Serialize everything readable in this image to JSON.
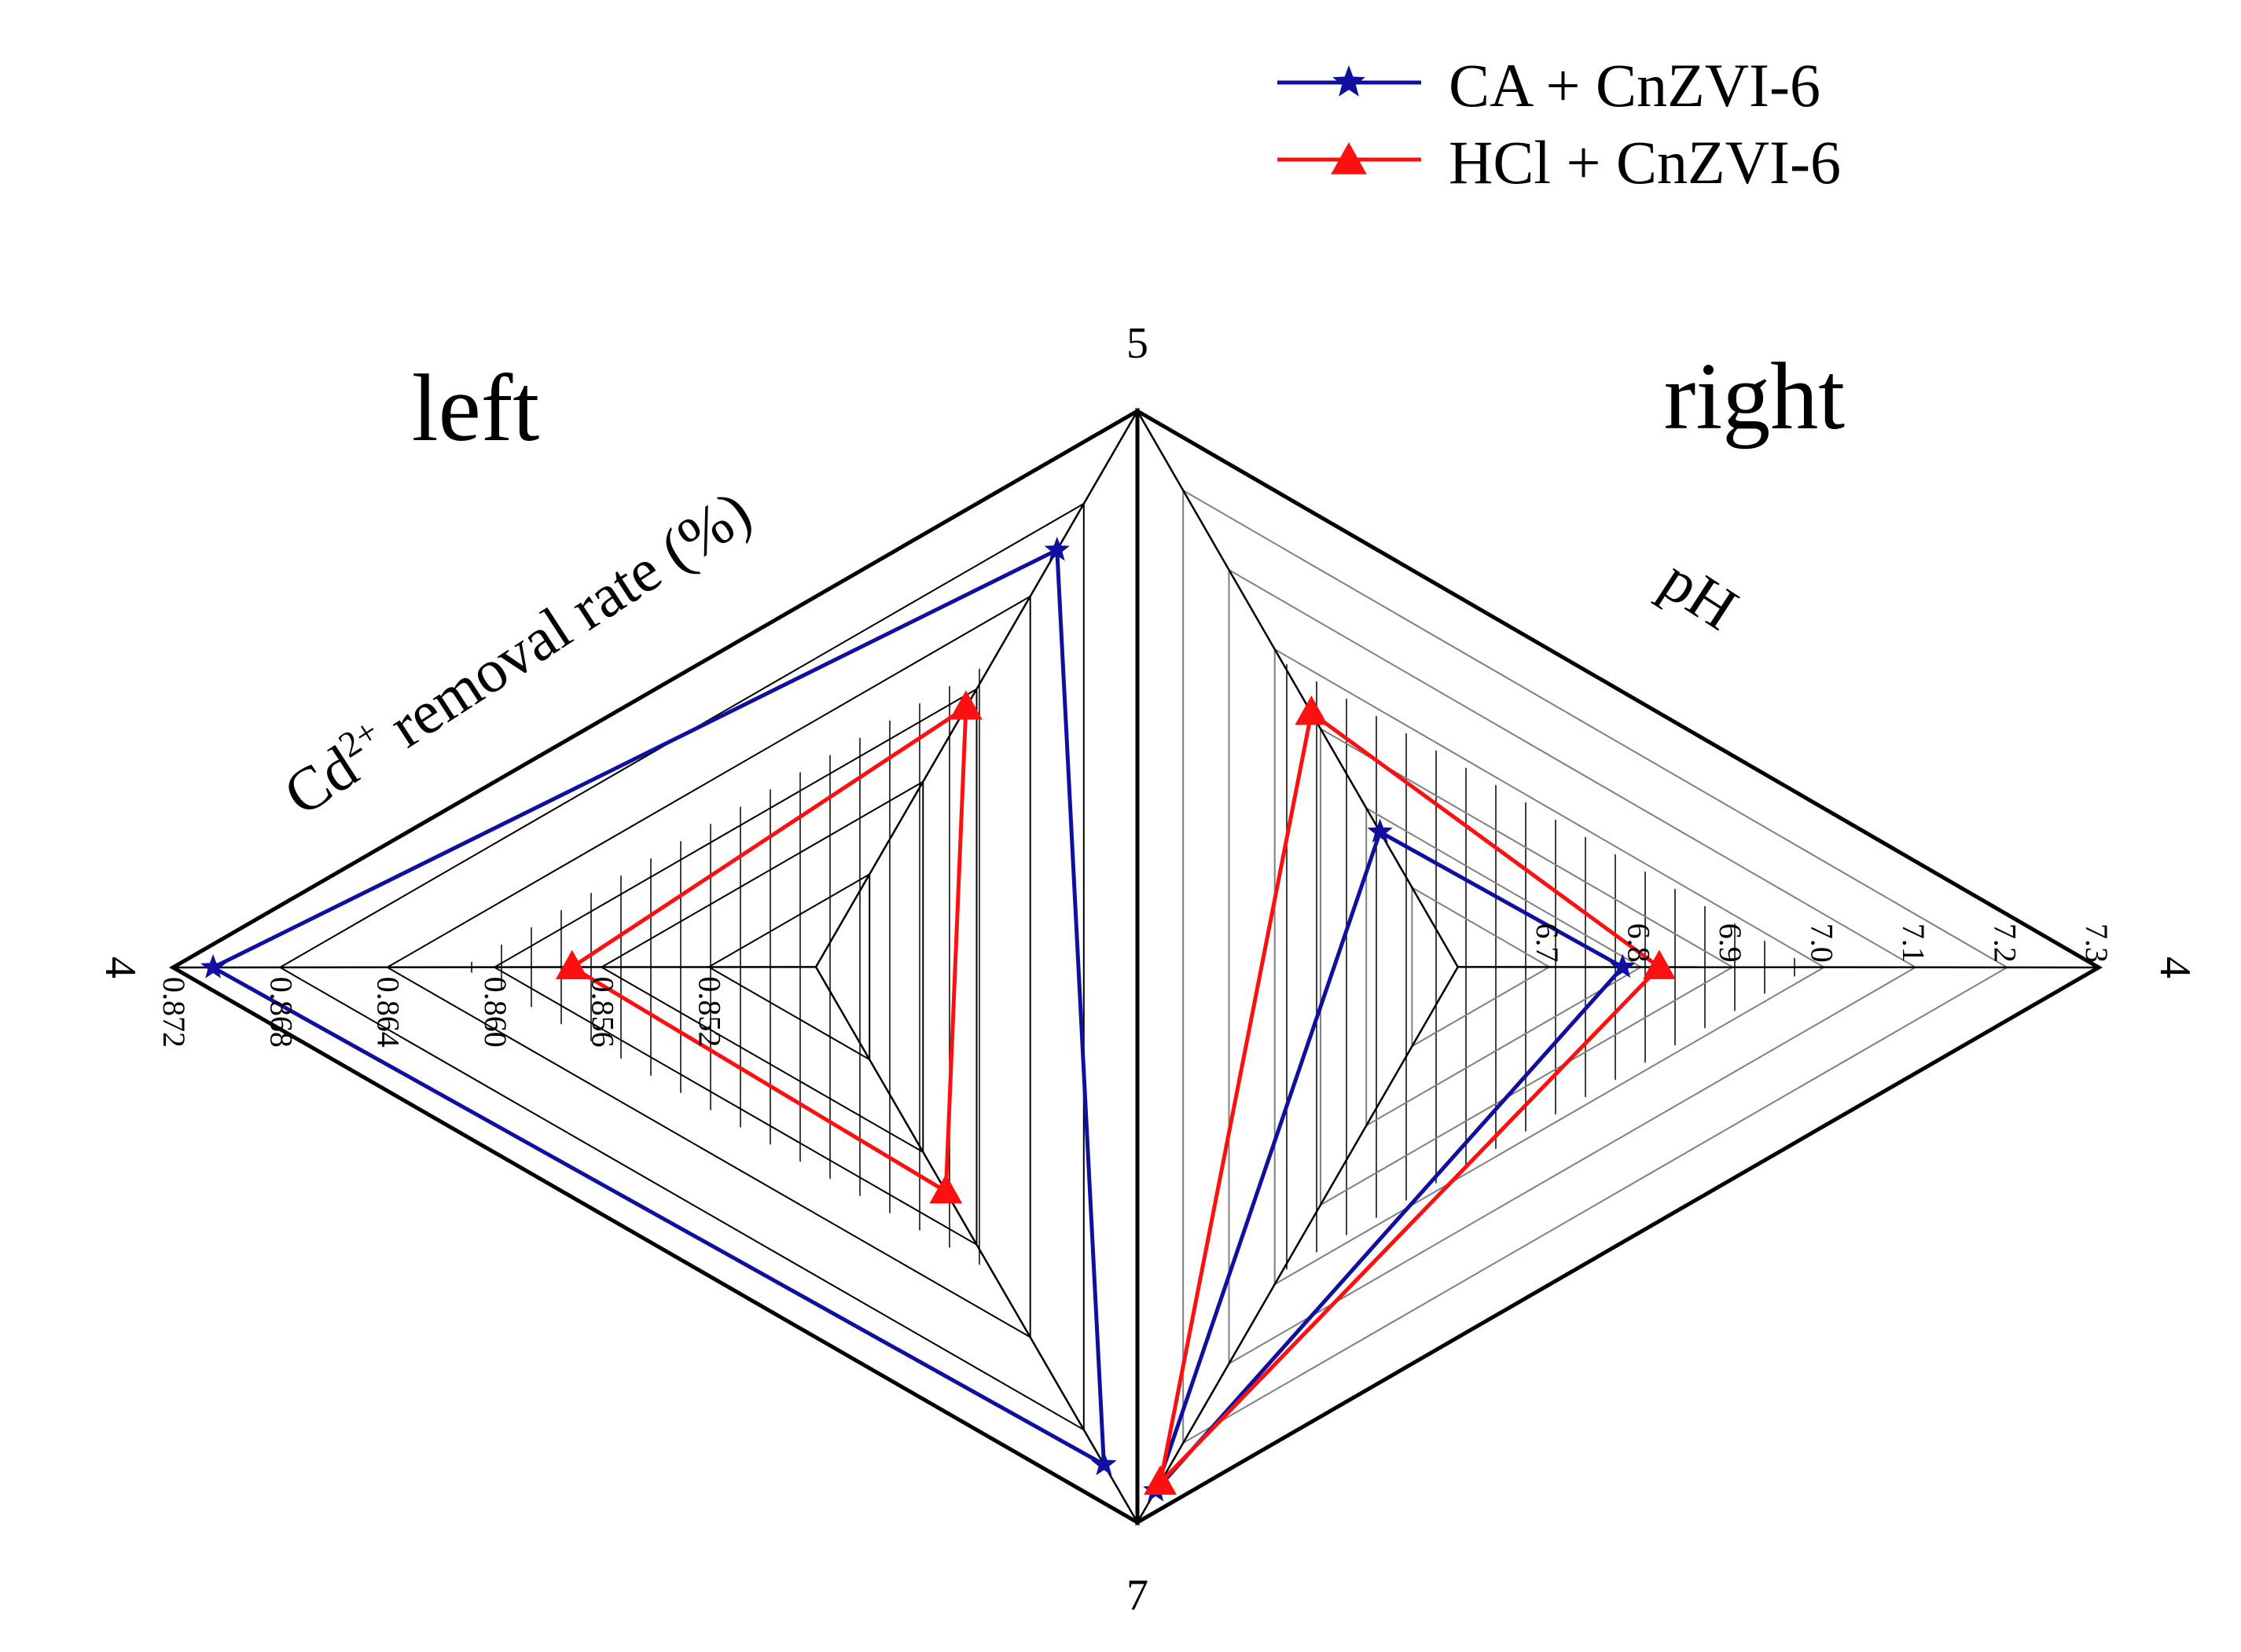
{
  "legend": {
    "ca_label": "CA + CnZVI-6",
    "hcl_label": "HCl + CnZVI-6"
  },
  "colors": {
    "ca": "#1010a0",
    "hcl": "#ff1010",
    "frame": "#000000",
    "grid": "#808080"
  },
  "labels": {
    "left_title": "left",
    "right_title": "right",
    "left_axis_title": "Cd",
    "left_axis_title_sup": "2+",
    "left_axis_title_rest": " removal rate (%)",
    "right_axis_title": "pH",
    "corner_top": "5",
    "corner_bottom": "7",
    "corner_left": "4",
    "corner_right": "4"
  },
  "chart_data": [
    {
      "type": "radar",
      "panel": "left",
      "title": "left",
      "axis_label": "Cd2+ removal rate (%)",
      "categories": [
        "4",
        "5",
        "7"
      ],
      "range": [
        0.848,
        0.872
      ],
      "ticks": [
        "0.872",
        "0.868",
        "0.864",
        "0.860",
        "0.856",
        "0.852"
      ],
      "tick_values": [
        0.872,
        0.868,
        0.864,
        0.86,
        0.856,
        0.852
      ],
      "series": [
        {
          "name": "CA + CnZVI-6",
          "marker": "star",
          "values": [
            0.8705,
            0.866,
            0.8695
          ]
        },
        {
          "name": "HCl + CnZVI-6",
          "marker": "triangle",
          "values": [
            0.8571,
            0.8592,
            0.8577
          ]
        }
      ]
    },
    {
      "type": "radar",
      "panel": "right",
      "title": "right",
      "axis_label": "pH",
      "categories": [
        "5",
        "4",
        "7"
      ],
      "range": [
        6.6,
        7.3
      ],
      "ticks": [
        "6.7",
        "6.8",
        "6.9",
        "7.0",
        "7.1",
        "7.2",
        "7.3"
      ],
      "tick_values": [
        6.7,
        6.8,
        6.9,
        7.0,
        7.1,
        7.2,
        7.3
      ],
      "series": [
        {
          "name": "CA + CnZVI-6",
          "marker": "star",
          "values": [
            6.77,
            6.78,
            7.26
          ]
        },
        {
          "name": "HCl + CnZVI-6",
          "marker": "triangle",
          "values": [
            6.92,
            6.82,
            7.25
          ]
        }
      ]
    }
  ]
}
